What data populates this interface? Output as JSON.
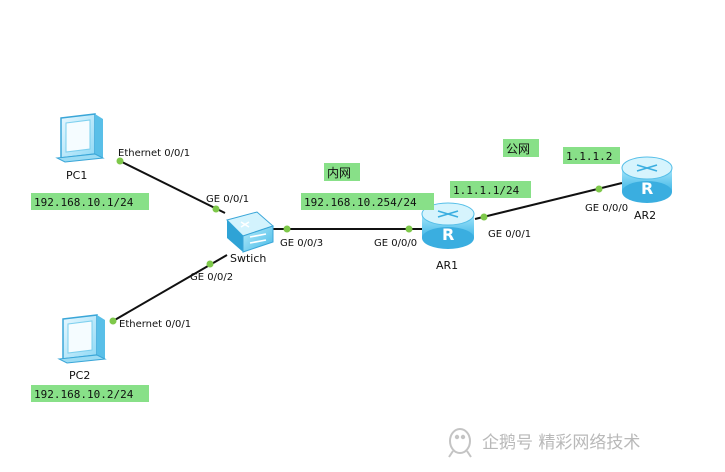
{
  "nodes": {
    "pc1": {
      "label": "PC1",
      "ip": "192.168.10.1/24"
    },
    "pc2": {
      "label": "PC2",
      "ip": "192.168.10.2/24"
    },
    "switch": {
      "label": "Swtich"
    },
    "ar1": {
      "label": "AR1",
      "router_glyph": "R"
    },
    "ar2": {
      "label": "AR2",
      "router_glyph": "R"
    }
  },
  "interfaces": {
    "pc1_eth": "Ethernet 0/0/1",
    "pc2_eth": "Ethernet 0/0/1",
    "sw_ge1": "GE 0/0/1",
    "sw_ge2": "GE 0/0/2",
    "sw_ge3": "GE 0/0/3",
    "ar1_ge0": "GE 0/0/0",
    "ar1_ge1": "GE 0/0/1",
    "ar2_ge0": "GE 0/0/0"
  },
  "addresses": {
    "inside_gw": "192.168.10.254/24",
    "ar1_public": "1.1.1.1/24",
    "ar2_public": "1.1.1.2"
  },
  "zones": {
    "inside": "内网",
    "public": "公网"
  },
  "watermark": "企鹅号 精彩网络技术",
  "colors": {
    "label_bg": "#88e088",
    "port_dot": "#7ec84a",
    "device_blue": "#5fc8ee",
    "link": "#111111"
  }
}
